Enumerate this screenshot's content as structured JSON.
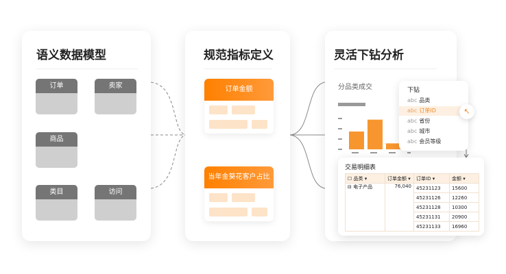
{
  "panels": {
    "semantic_model": {
      "title": "语义数据模型",
      "entities": [
        "订单",
        "卖家",
        "商品",
        "类目",
        "访问"
      ]
    },
    "metric_definition": {
      "title": "规范指标定义",
      "metrics": [
        "订单金额",
        "当年金葵花客户占比"
      ]
    },
    "drilldown": {
      "title": "灵活下钻分析",
      "chart_title": "分品类成交",
      "dropdown": {
        "title": "下钻",
        "prefix": "abc",
        "items": [
          "品类",
          "订单ID",
          "省份",
          "城市",
          "会员等级"
        ],
        "selected": "订单ID"
      },
      "table": {
        "title": "交易明细表",
        "headers": [
          "品类",
          "订单金额",
          "订单ID",
          "金额"
        ],
        "category": "电子产品",
        "order_total": "76,040",
        "rows": [
          [
            "45231123",
            "15600"
          ],
          [
            "45231126",
            "12260"
          ],
          [
            "45231128",
            "10300"
          ],
          [
            "45231131",
            "20900"
          ],
          [
            "45231133",
            "16960"
          ]
        ]
      }
    }
  },
  "colors": {
    "accent": "#ff8000",
    "entity_header": "#757575",
    "entity_body": "#cfcfcf"
  },
  "chart_data": {
    "type": "bar",
    "values": [
      3,
      5,
      1
    ],
    "bar_color": "#f7962e"
  }
}
